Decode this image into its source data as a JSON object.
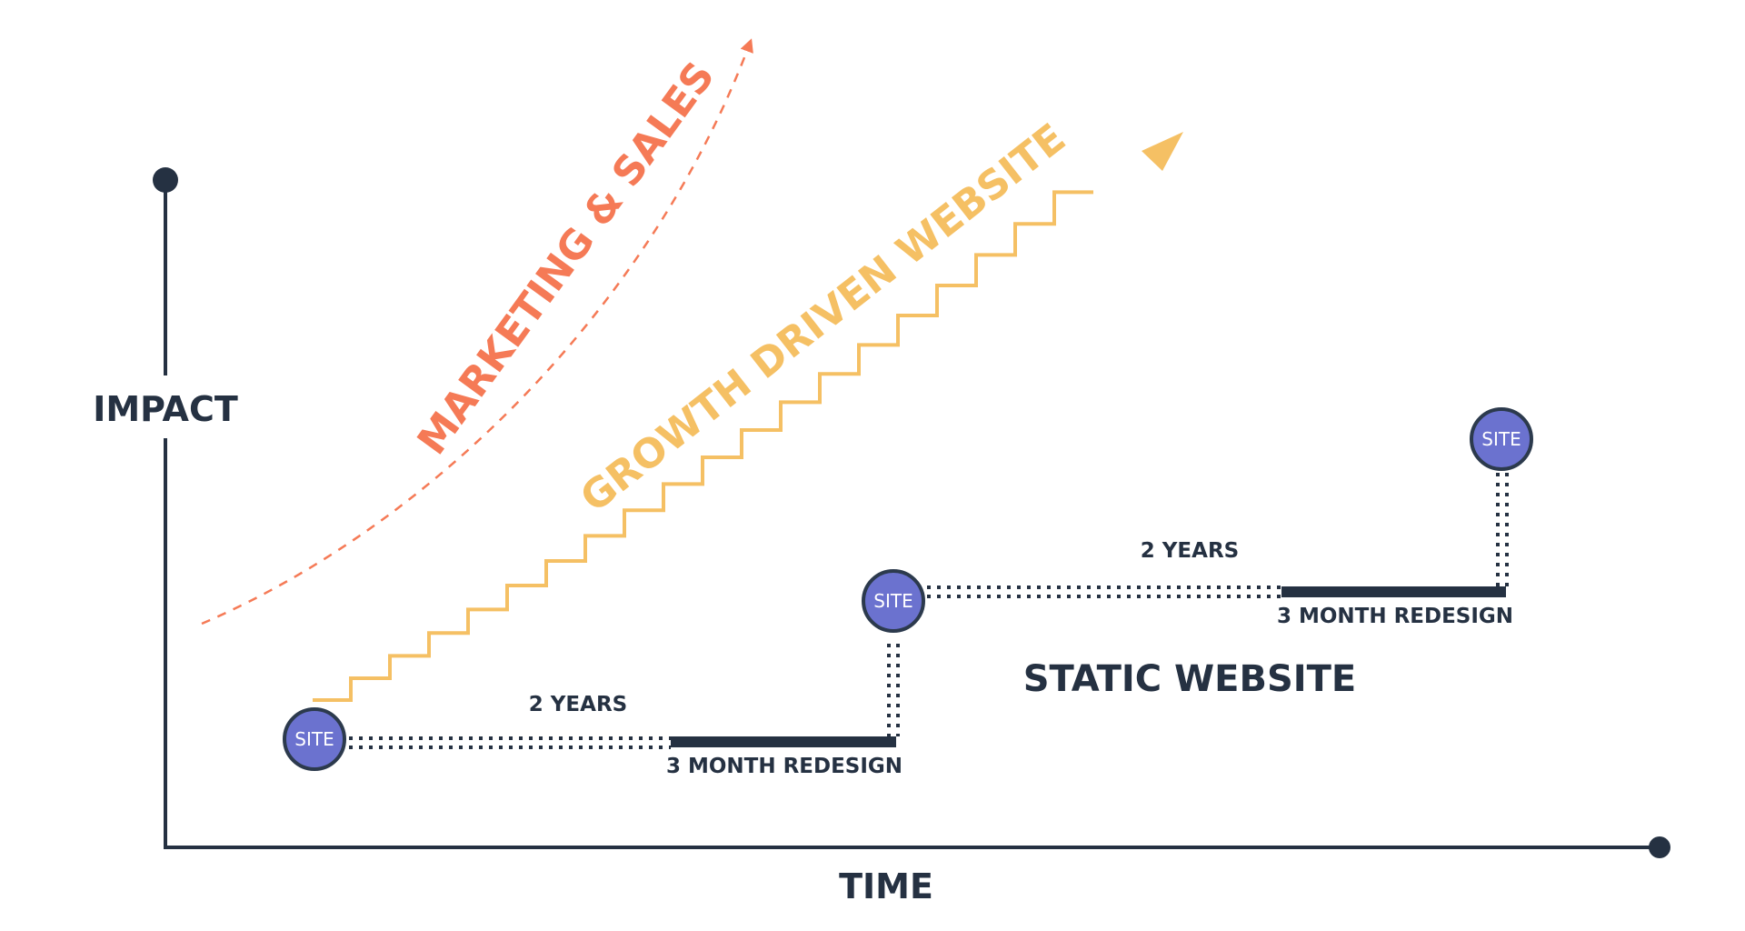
{
  "axes": {
    "y_label": "IMPACT",
    "x_label": "TIME"
  },
  "labels": {
    "marketing": "MARKETING & SALES",
    "growth": "GROWTH DRIVEN WEBSITE",
    "static": "STATIC WEBSITE",
    "years_1": "2 YEARS",
    "years_2": "2 YEARS",
    "redesign_1": "3 MONTH REDESIGN",
    "redesign_2": "3 MONTH REDESIGN"
  },
  "sites": [
    "SITE",
    "SITE",
    "SITE"
  ],
  "colors": {
    "dark": "#253142",
    "marketing": "#f57a56",
    "growth": "#f5c064",
    "site_fill": "#6b72cf",
    "site_stroke": "#2c3a4d"
  }
}
